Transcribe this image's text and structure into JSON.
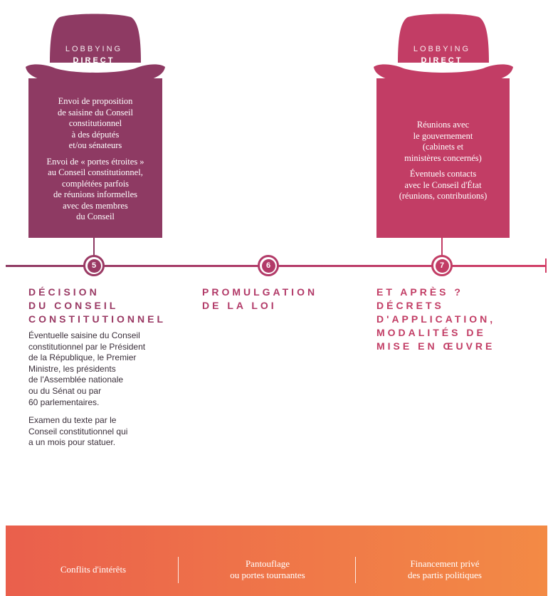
{
  "colors": {
    "purple": "#8e3a63",
    "pink": "#c23d65",
    "footer_start": "#ea5f4c",
    "footer_end": "#f38a45",
    "body_text": "#3a2f3a"
  },
  "hats": [
    {
      "line1": "LOBBYING",
      "line2": "DIRECT",
      "icon": "hat-icon"
    },
    {
      "line1": "LOBBYING",
      "line2": "DIRECT",
      "icon": "hat-icon"
    }
  ],
  "cards": [
    {
      "lines_a": [
        "Envoi de proposition",
        "de saisine du Conseil",
        "constitutionnel",
        "à des députés",
        "et/ou sénateurs"
      ],
      "lines_b": [
        "Envoi de « portes étroites »",
        "au Conseil constitutionnel,",
        "complétées parfois",
        "de réunions informelles",
        "avec des membres",
        "du Conseil"
      ]
    },
    {
      "lines_a": [
        "Réunions avec",
        "le gouvernement",
        "(cabinets et",
        "ministères concernés)"
      ],
      "lines_b": [
        "Éventuels contacts",
        "avec le Conseil d'État",
        "(réunions, contributions)"
      ]
    }
  ],
  "steps": [
    {
      "number": "5",
      "title": [
        "DÉCISION",
        "DU CONSEIL",
        "CONSTITUTIONNEL"
      ]
    },
    {
      "number": "6",
      "title": [
        "PROMULGATION",
        "DE LA LOI"
      ]
    },
    {
      "number": "7",
      "title": [
        "ET APRÈS ?",
        "DÉCRETS",
        "D'APPLICATION,",
        "MODALITÉS DE",
        "MISE EN ŒUVRE"
      ]
    }
  ],
  "step5_description": {
    "para1": [
      "Éventuelle saisine du Conseil",
      "constitutionnel par le Président",
      "de la République, le Premier",
      "Ministre, les présidents",
      "de l'Assemblée nationale",
      "ou du Sénat ou par",
      "60 parlementaires."
    ],
    "para2": [
      "Examen du texte par le",
      "Conseil constitutionnel qui",
      "a un mois pour statuer."
    ]
  },
  "footer": [
    {
      "lines": [
        "Conflits d'intérêts"
      ]
    },
    {
      "lines": [
        "Pantouflage",
        "ou portes tournantes"
      ]
    },
    {
      "lines": [
        "Financement privé",
        "des partis politiques"
      ]
    }
  ]
}
